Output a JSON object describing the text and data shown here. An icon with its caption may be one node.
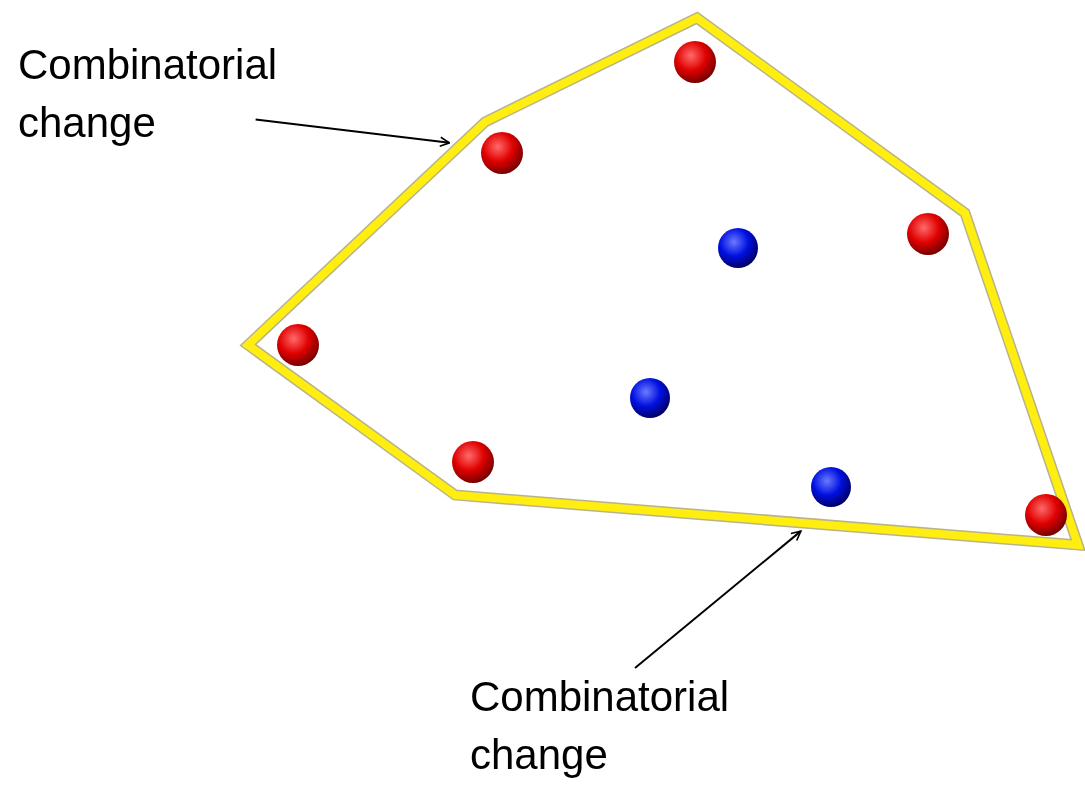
{
  "diagram": {
    "nodes": [
      {
        "text": [
          "Combinatorial change"
        ]
      },
      {
        "text": [],
        "shape": "polygon"
      },
      {
        "text": [
          "Combinatorial change"
        ]
      }
    ],
    "edges": [
      {
        "from": 0,
        "to": 1,
        "arrow": "to"
      },
      {
        "from": 2,
        "to": 1,
        "arrow": "to"
      }
    ]
  }
}
